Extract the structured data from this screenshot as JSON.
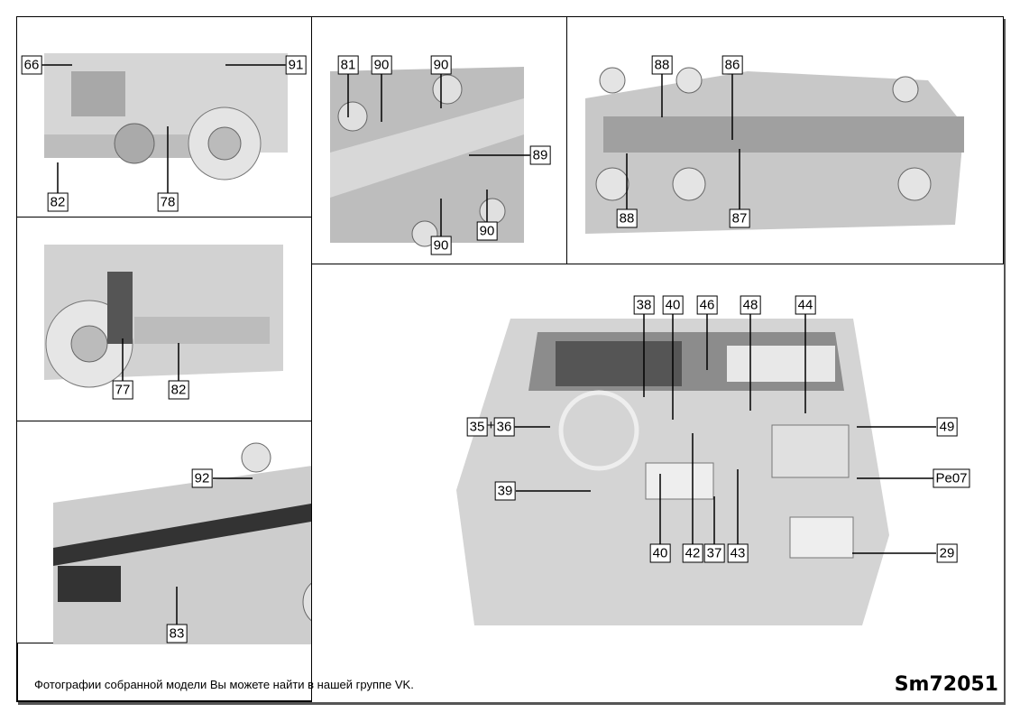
{
  "panels": {
    "p1": {
      "labels": [
        "66",
        "91",
        "82",
        "78"
      ]
    },
    "p2": {
      "labels": [
        "81",
        "90",
        "90",
        "89",
        "90",
        "90"
      ]
    },
    "p3": {
      "labels": [
        "88",
        "86",
        "88",
        "87"
      ]
    },
    "p4": {
      "labels": [
        "77",
        "82"
      ]
    },
    "p5": {
      "labels": [
        "92",
        "83"
      ]
    },
    "main": {
      "labels": [
        "38",
        "40",
        "46",
        "48",
        "44",
        "35",
        "+",
        "36",
        "49",
        "Pe07",
        "39",
        "40",
        "42",
        "37",
        "43",
        "29"
      ]
    }
  },
  "footer": {
    "caption": "Фотографии собранной модели Вы можете найти в нашей группе VK.",
    "code": "Sm72051"
  }
}
